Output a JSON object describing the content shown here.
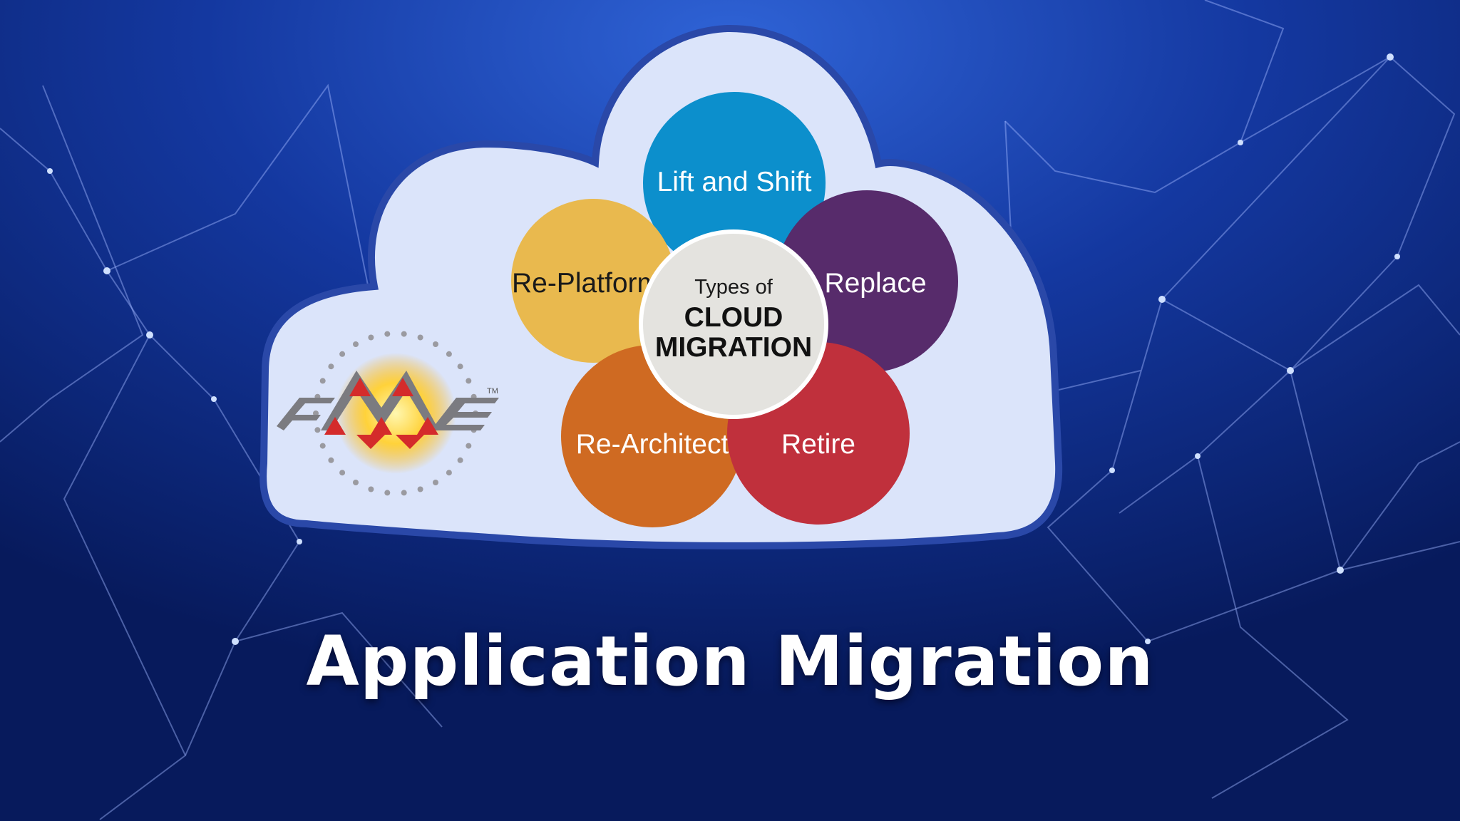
{
  "title": "Application Migration",
  "diagram": {
    "center": {
      "line1": "Types of",
      "line2": "CLOUD",
      "line3": "MIGRATION"
    },
    "petals": [
      {
        "label": "Lift and Shift",
        "color": "#0c8fcc"
      },
      {
        "label": "Replace",
        "color": "#572b6b"
      },
      {
        "label": "Retire",
        "color": "#c0303c"
      },
      {
        "label": "Re-Architect",
        "color": "#cf6a22"
      },
      {
        "label": "Re-Platform",
        "color": "#e9b94e"
      }
    ],
    "center_color": "#e4e3df",
    "cloud_color": "#dbe4fa",
    "cloud_border": "#2a48a8"
  },
  "logo": {
    "letters": "FME",
    "mark": "TM"
  },
  "background": {
    "color": "#0a1f6e"
  }
}
